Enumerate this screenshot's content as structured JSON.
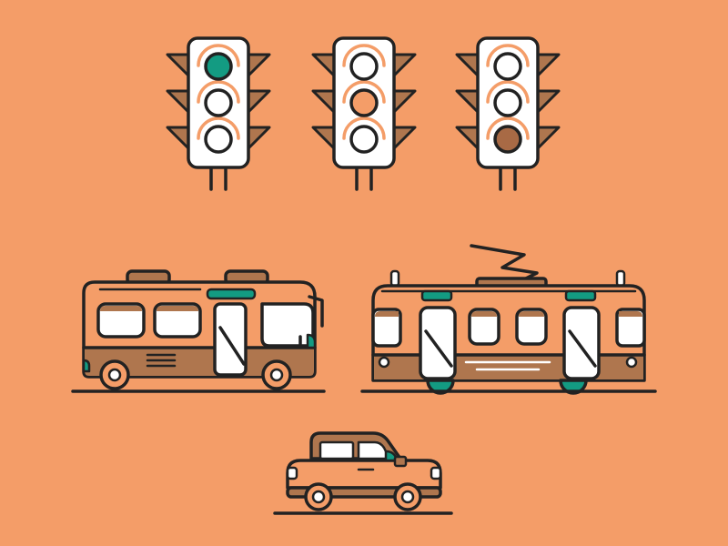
{
  "colors": {
    "background": "#F49D68",
    "outline": "#222222",
    "body_brown": "#AF764E",
    "panel_orange": "#F49D68",
    "white": "#FFFFFF",
    "teal": "#139B82",
    "dark_brown": "#A86A45"
  },
  "icons": {
    "traffic_light_green": "traffic-light-green-icon",
    "traffic_light_amber": "traffic-light-amber-icon",
    "traffic_light_red": "traffic-light-red-icon",
    "bus": "bus-icon",
    "tram": "tram-icon",
    "car": "car-icon"
  },
  "traffic_lights": [
    {
      "lit": "top"
    },
    {
      "lit": "middle"
    },
    {
      "lit": "bottom"
    }
  ]
}
